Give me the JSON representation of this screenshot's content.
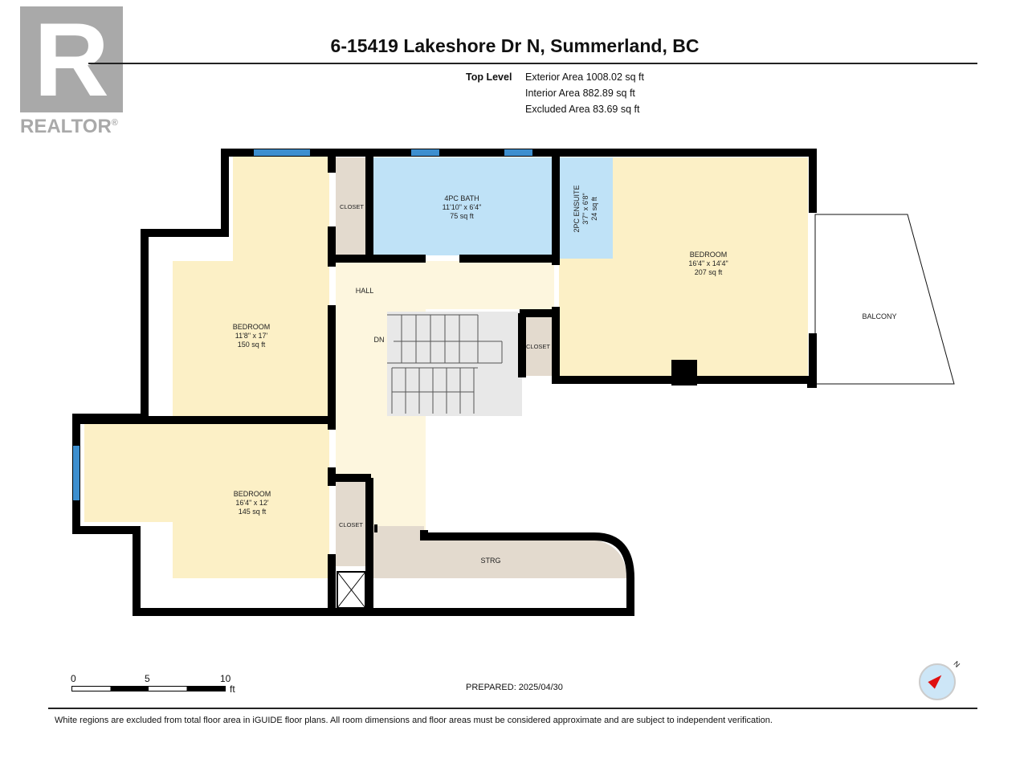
{
  "logo": {
    "text": "REALTOR",
    "mark": "R"
  },
  "header": {
    "title": "6-15419 Lakeshore Dr N, Summerland, BC"
  },
  "level": {
    "name": "Top Level",
    "exterior": "Exterior Area 1008.02 sq ft",
    "interior": "Interior Area 882.89 sq ft",
    "excluded": "Excluded Area 83.69 sq ft"
  },
  "rooms": {
    "bedroom1": {
      "name": "BEDROOM",
      "dims": "11'8\" x 17'",
      "area": "150 sq ft"
    },
    "bedroom2": {
      "name": "BEDROOM",
      "dims": "16'4\" x 12'",
      "area": "145 sq ft"
    },
    "bedroom3": {
      "name": "BEDROOM",
      "dims": "16'4\" x 14'4\"",
      "area": "207 sq ft"
    },
    "bath": {
      "name": "4PC BATH",
      "dims": "11'10\" x 6'4\"",
      "area": "75 sq ft"
    },
    "ensuite": {
      "name": "2PC ENSUITE",
      "dims": "3'7\" x 6'8\"",
      "area": "24 sq ft"
    },
    "closet1": "CLOSET",
    "closet2": "CLOSET",
    "closet3": "CLOSET",
    "hall": "HALL",
    "stairs": "DN",
    "storage": "STRG",
    "balcony": "BALCONY"
  },
  "scale": {
    "ticks": [
      "0",
      "5",
      "10"
    ],
    "unit": "ft"
  },
  "prepared": "PREPARED: 2025/04/30",
  "compass": {
    "label": "N"
  },
  "footer": "White regions are excluded from total floor area in iGUIDE floor plans. All room dimensions and floor areas must be considered approximate and are subject to independent verification.",
  "colors": {
    "bedroom": "#fcf0c6",
    "bath": "#bfe2f7",
    "closet": "#e3dace",
    "hall": "#fdf6de",
    "wall": "#000000",
    "window": "#3d8fcf"
  }
}
